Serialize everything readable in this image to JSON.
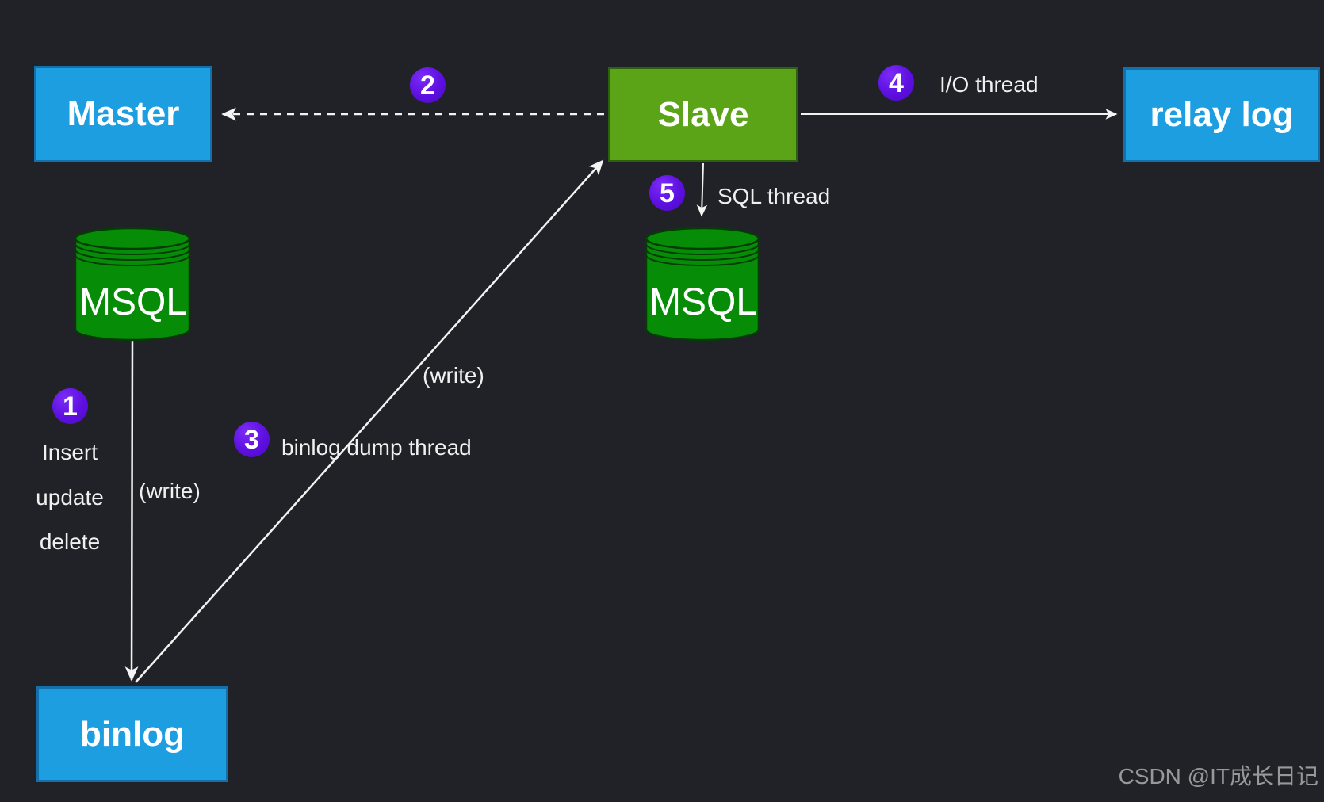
{
  "diagram": {
    "nodes": {
      "master": "Master",
      "slave": "Slave",
      "relay_log": "relay log",
      "binlog": "binlog",
      "master_db": "MSQL",
      "slave_db": "MSQL"
    },
    "steps": [
      "1",
      "2",
      "3",
      "4",
      "5"
    ],
    "labels": {
      "io_thread": "I/O thread",
      "sql_thread": "SQL thread",
      "binlog_dump_thread": "binlog dump thread",
      "write_local": "(write)",
      "write_dump": "(write)",
      "ops": [
        "Insert",
        "update",
        "delete"
      ]
    },
    "colors": {
      "background": "#212227",
      "node_blue": "#1c9ee0",
      "node_blue_border": "#1470ab",
      "node_green": "#5ca417",
      "node_green_border": "#2d6110",
      "db_green": "#078c07",
      "db_green_stroke": "#053c05",
      "badge_purple": "#5d0fe0",
      "arrow_white": "#f5f5f5",
      "label_text": "#f0f0f0",
      "watermark_gray": "#98989b"
    },
    "watermark": "CSDN @IT成长日记"
  }
}
